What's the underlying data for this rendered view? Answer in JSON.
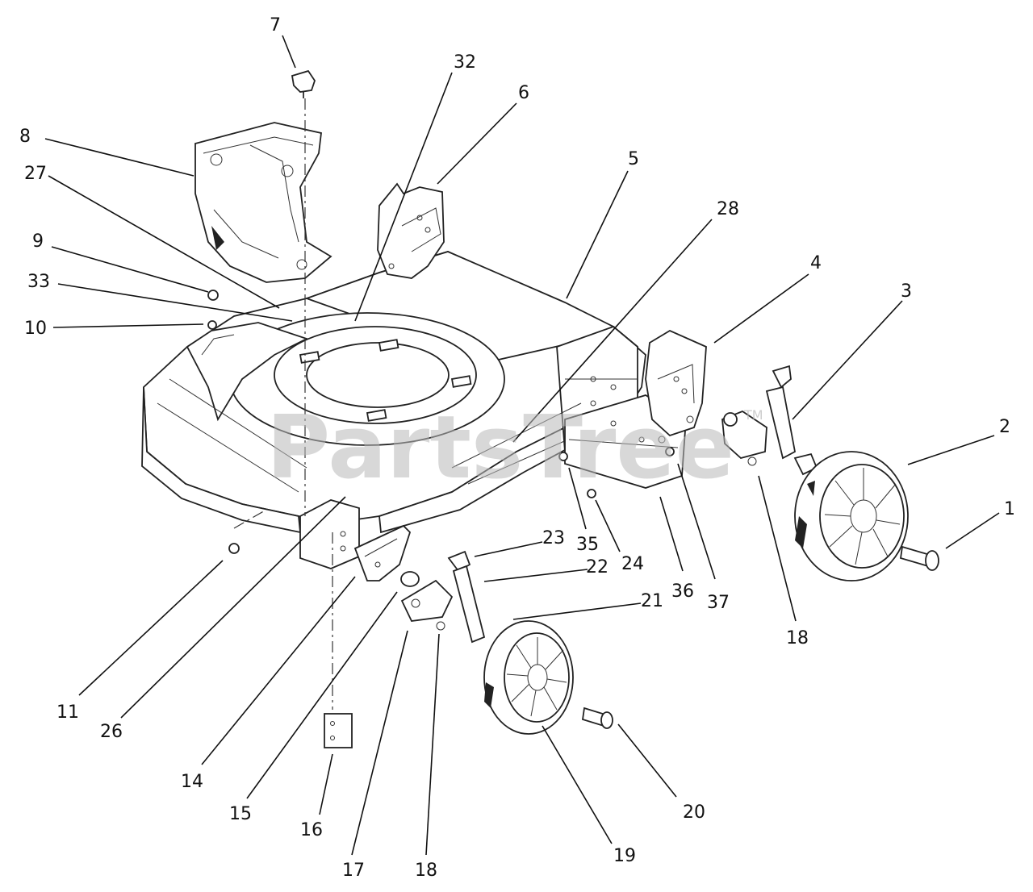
{
  "watermark": {
    "text": "PartsTree",
    "trademark": "TM"
  },
  "callouts": [
    {
      "num": "1"
    },
    {
      "num": "2"
    },
    {
      "num": "3"
    },
    {
      "num": "4"
    },
    {
      "num": "5"
    },
    {
      "num": "6"
    },
    {
      "num": "7"
    },
    {
      "num": "8"
    },
    {
      "num": "9"
    },
    {
      "num": "10"
    },
    {
      "num": "11"
    },
    {
      "num": "14"
    },
    {
      "num": "15"
    },
    {
      "num": "16"
    },
    {
      "num": "17"
    },
    {
      "num": "18"
    },
    {
      "num": "18"
    },
    {
      "num": "19"
    },
    {
      "num": "20"
    },
    {
      "num": "21"
    },
    {
      "num": "22"
    },
    {
      "num": "23"
    },
    {
      "num": "24"
    },
    {
      "num": "26"
    },
    {
      "num": "27"
    },
    {
      "num": "28"
    },
    {
      "num": "32"
    },
    {
      "num": "33"
    },
    {
      "num": "35"
    },
    {
      "num": "36"
    },
    {
      "num": "37"
    }
  ]
}
